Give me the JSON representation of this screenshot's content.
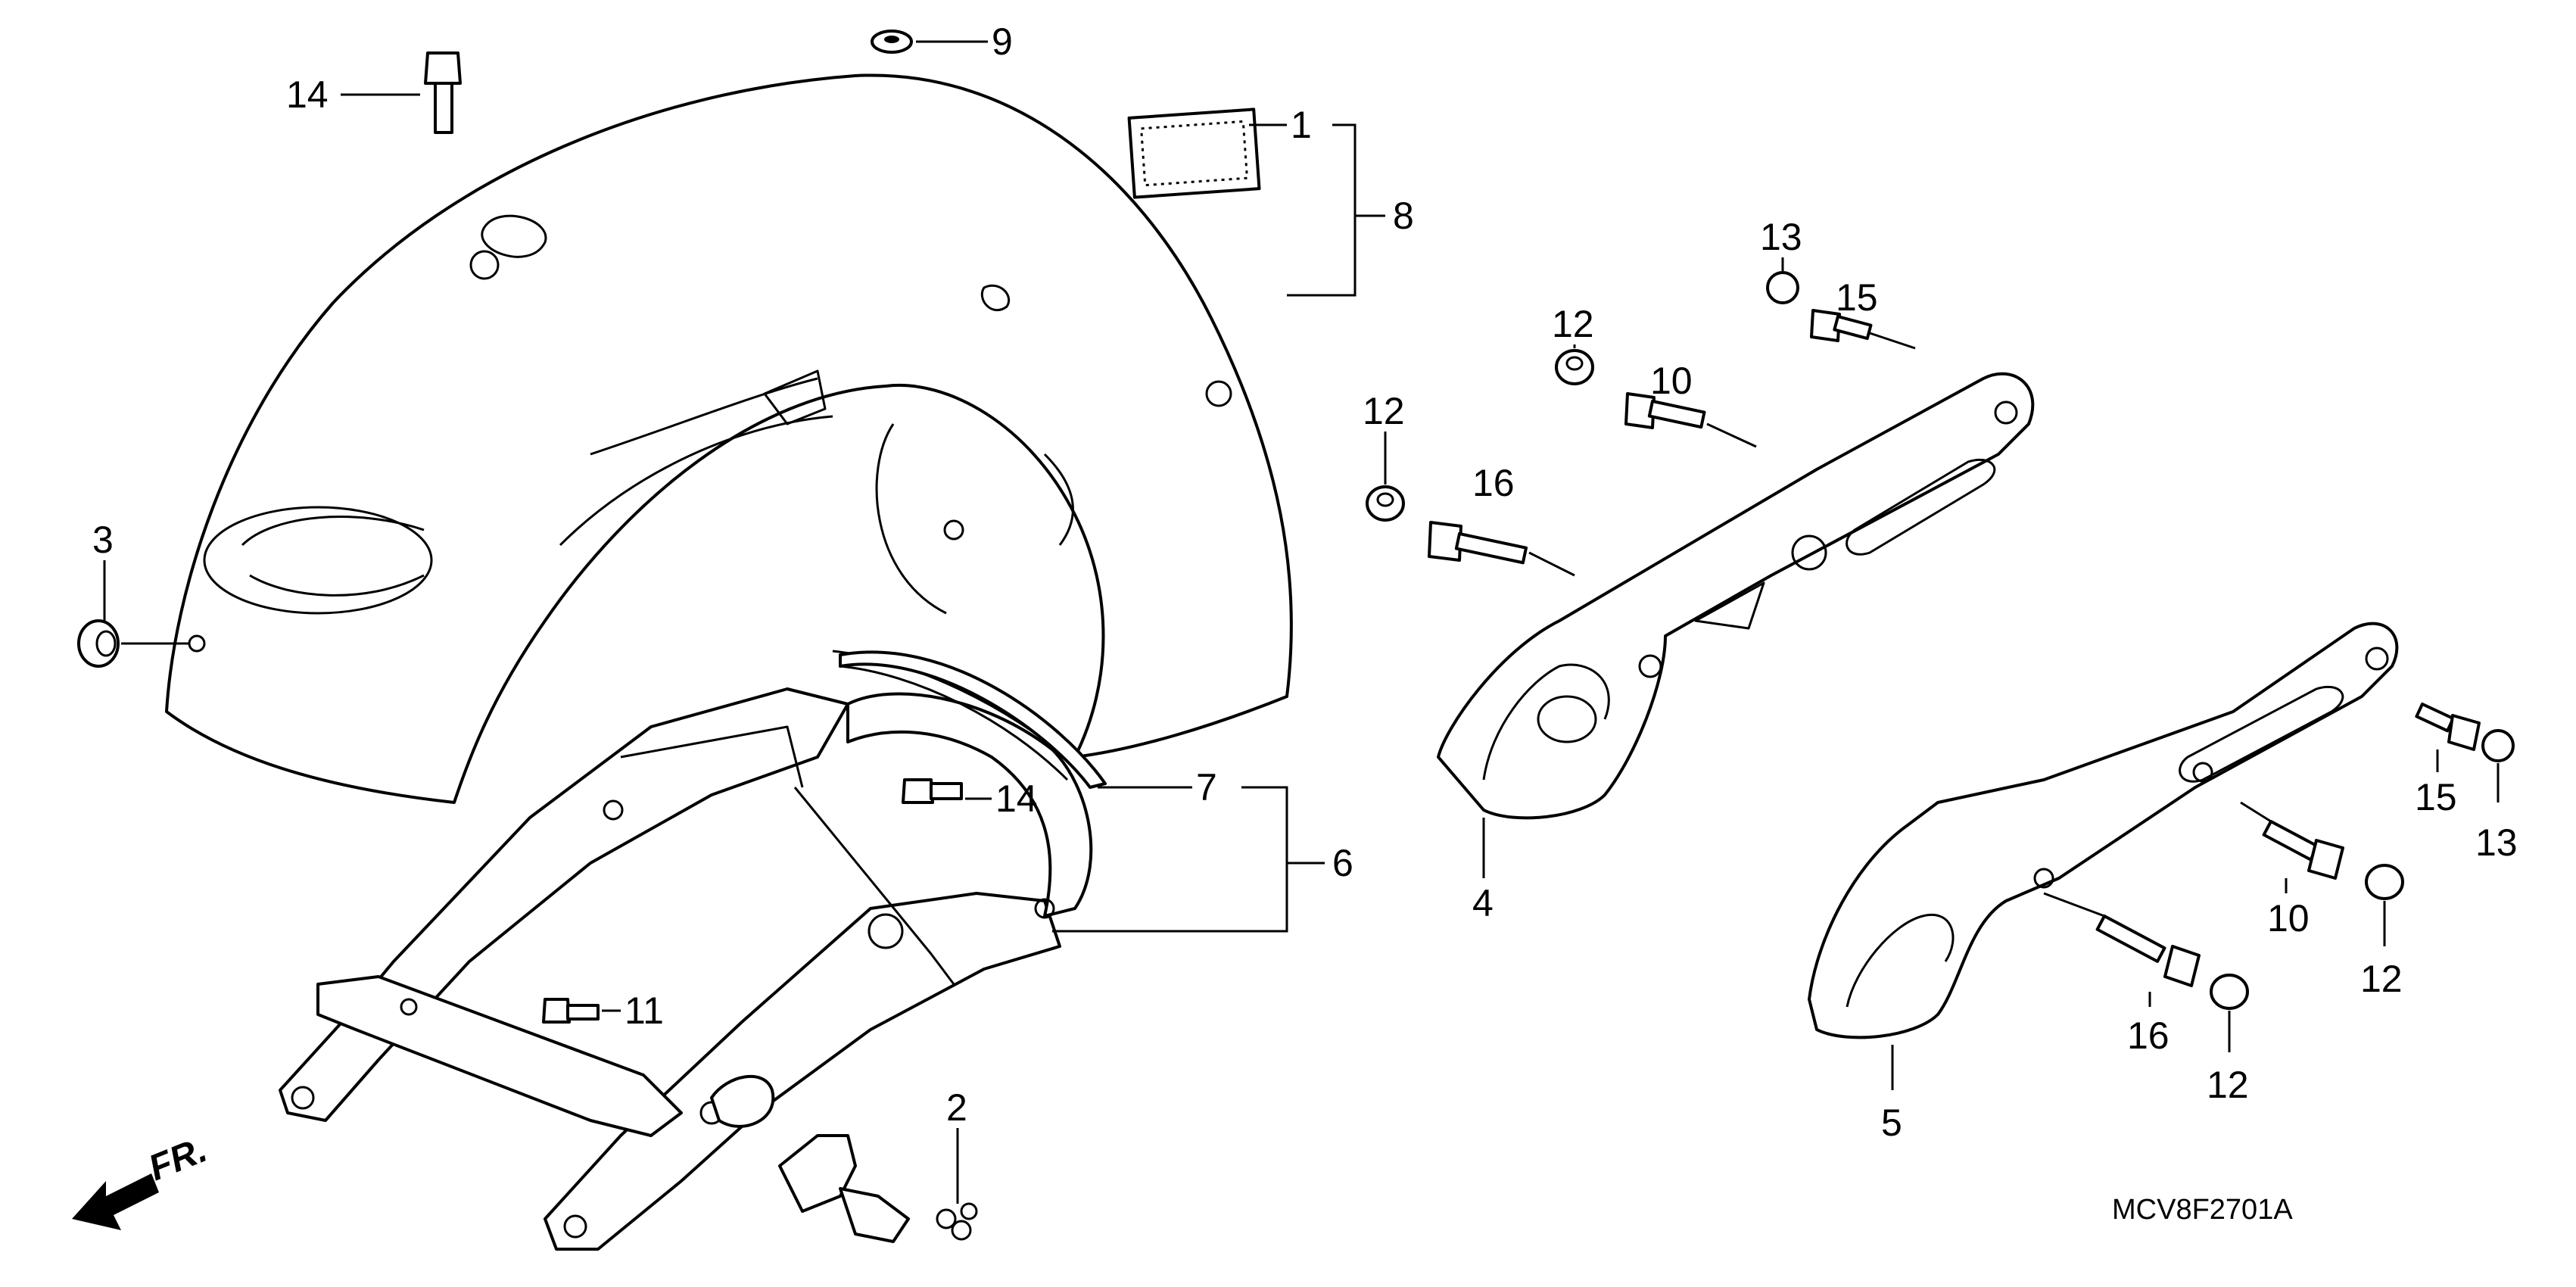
{
  "diagram_code": "MCV8F2701A",
  "direction_label": "FR.",
  "callouts": {
    "c1": "1",
    "c2": "2",
    "c3": "3",
    "c4": "4",
    "c5": "5",
    "c6": "6",
    "c7": "7",
    "c8": "8",
    "c9": "9",
    "c10a": "10",
    "c10b": "10",
    "c11": "11",
    "c12a": "12",
    "c12b": "12",
    "c12c": "12",
    "c12d": "12",
    "c13a": "13",
    "c13b": "13",
    "c14a": "14",
    "c14b": "14",
    "c15a": "15",
    "c15b": "15",
    "c16a": "16",
    "c16b": "16"
  }
}
